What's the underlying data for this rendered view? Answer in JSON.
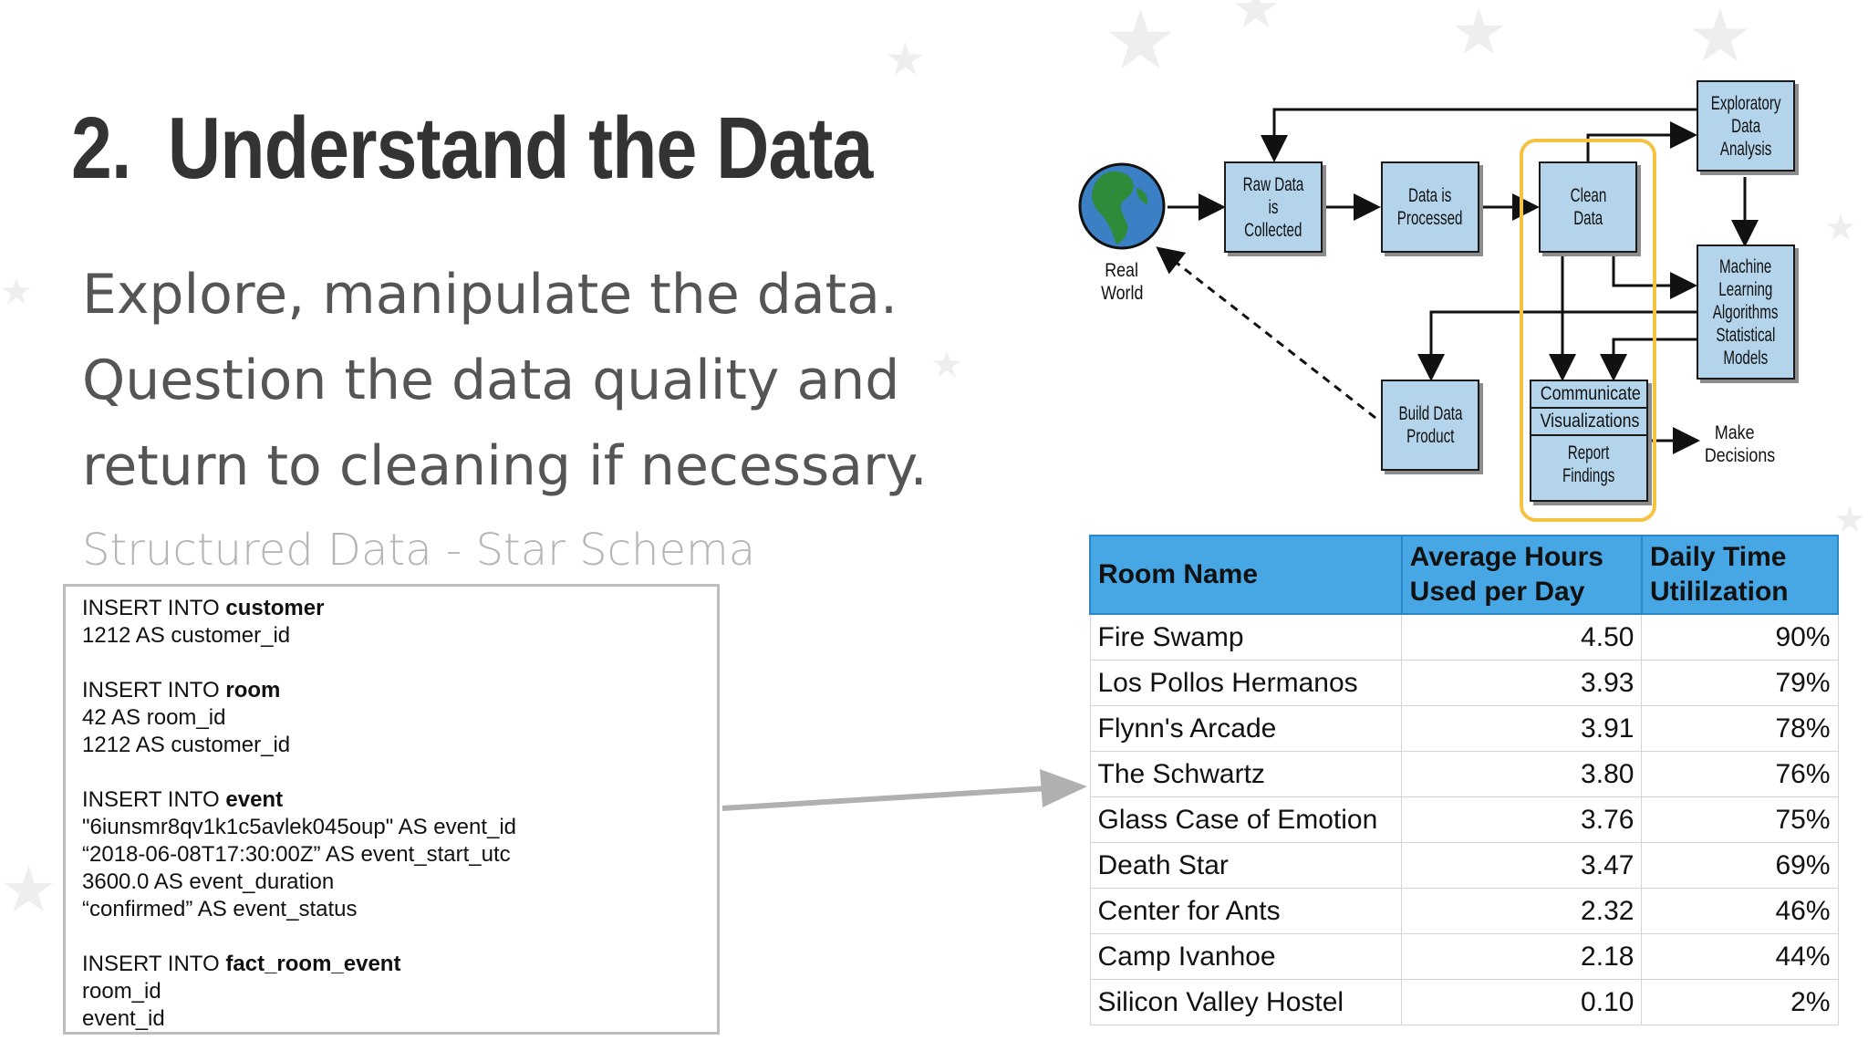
{
  "slide": {
    "number": "2.",
    "title": "Understand the Data",
    "body_lines": [
      "Explore, manipulate the data.",
      "Question the data quality and",
      "return to cleaning if necessary."
    ],
    "schema_heading": "Structured Data - Star Schema"
  },
  "sql_blocks": [
    {
      "prefix": "INSERT INTO ",
      "table": "customer",
      "lines": [
        "1212 AS customer_id"
      ]
    },
    {
      "prefix": "INSERT INTO ",
      "table": "room",
      "lines": [
        "42 AS room_id",
        "1212 AS customer_id"
      ]
    },
    {
      "prefix": "INSERT INTO ",
      "table": "event",
      "lines": [
        "\"6iunsmr8qv1k1c5avlek045oup\" AS event_id",
        "“2018-06-08T17:30:00Z” AS event_start_utc",
        "3600.0 AS event_duration",
        "“confirmed” AS event_status"
      ]
    },
    {
      "prefix": "INSERT INTO ",
      "table": "fact_room_event",
      "lines": [
        "room_id",
        "event_id"
      ]
    }
  ],
  "flow": {
    "real_world": [
      "Real",
      "World"
    ],
    "raw_data": [
      "Raw Data is",
      "Collected"
    ],
    "processed": [
      "Data is",
      "Processed"
    ],
    "clean": [
      "Clean",
      "Data"
    ],
    "eda": [
      "Exploratory",
      "Data",
      "Analysis"
    ],
    "ml": [
      "Machine",
      "Learning",
      "Algorithms",
      "Statistical",
      "Models"
    ],
    "build": [
      "Build Data",
      "Product"
    ],
    "communicate": "Communicate",
    "visualizations": "Visualizations",
    "report": [
      "Report",
      "Findings"
    ],
    "decisions": [
      "Make",
      "Decisions"
    ]
  },
  "table": {
    "headers": [
      [
        "Room Name"
      ],
      [
        "Average Hours",
        "Used per Day"
      ],
      [
        "Daily Time",
        "Utililzation"
      ]
    ],
    "rows": [
      [
        "Fire Swamp",
        "4.50",
        "90%"
      ],
      [
        "Los Pollos Hermanos",
        "3.93",
        "79%"
      ],
      [
        "Flynn's Arcade",
        "3.91",
        "78%"
      ],
      [
        "The Schwartz",
        "3.80",
        "76%"
      ],
      [
        "Glass Case of Emotion",
        "3.76",
        "75%"
      ],
      [
        "Death Star",
        "3.47",
        "69%"
      ],
      [
        "Center for Ants",
        "2.32",
        "46%"
      ],
      [
        "Camp Ivanhoe",
        "2.18",
        "44%"
      ],
      [
        "Silicon Valley Hostel",
        "0.10",
        "2%"
      ]
    ]
  },
  "colors": {
    "header_blue": "#47a7e4",
    "box_blue": "#b3d4ea",
    "highlight_yellow": "#f5c342",
    "arrow_gray": "#b0b0b0"
  }
}
